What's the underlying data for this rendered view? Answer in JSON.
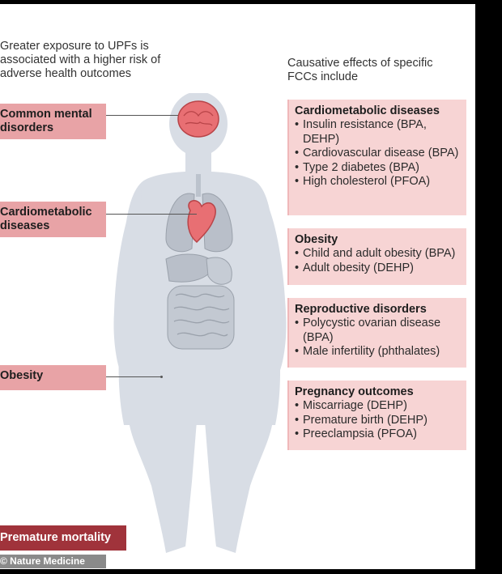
{
  "left_intro": "Greater exposure to UPFs is\nassociated with a higher risk of\nadverse health outcomes",
  "right_intro": "Causative effects of specific\nFCCs include",
  "outcomes": [
    {
      "label": "Common mental\ndisorders"
    },
    {
      "label": "Cardiometabolic\ndiseases"
    },
    {
      "label": "Obesity"
    },
    {
      "label": "Premature mortality"
    }
  ],
  "credit": "© Nature Medicine",
  "effects": [
    {
      "title": "Cardiometabolic diseases",
      "items": [
        "Insulin resistance (BPA, DEHP)",
        "Cardiovascular disease (BPA)",
        "Type 2 diabetes (BPA)",
        "High cholesterol (PFOA)"
      ]
    },
    {
      "title": "Obesity",
      "items": [
        "Child and adult obesity (BPA)",
        "Adult obesity (DEHP)"
      ]
    },
    {
      "title": "Reproductive disorders",
      "items": [
        "Polycystic ovarian disease (BPA)",
        "Male infertility (phthalates)"
      ]
    },
    {
      "title": "Pregnancy outcomes",
      "items": [
        "Miscarriage (DEHP)",
        "Premature birth (DEHP)",
        "Preeclampsia (PFOA)"
      ]
    }
  ],
  "colors": {
    "tag": "#e8a3a6",
    "tag_dark": "#a0333b",
    "box": "#f7d4d4",
    "silhouette": "#d8dde5",
    "organ": "#e86f73"
  }
}
